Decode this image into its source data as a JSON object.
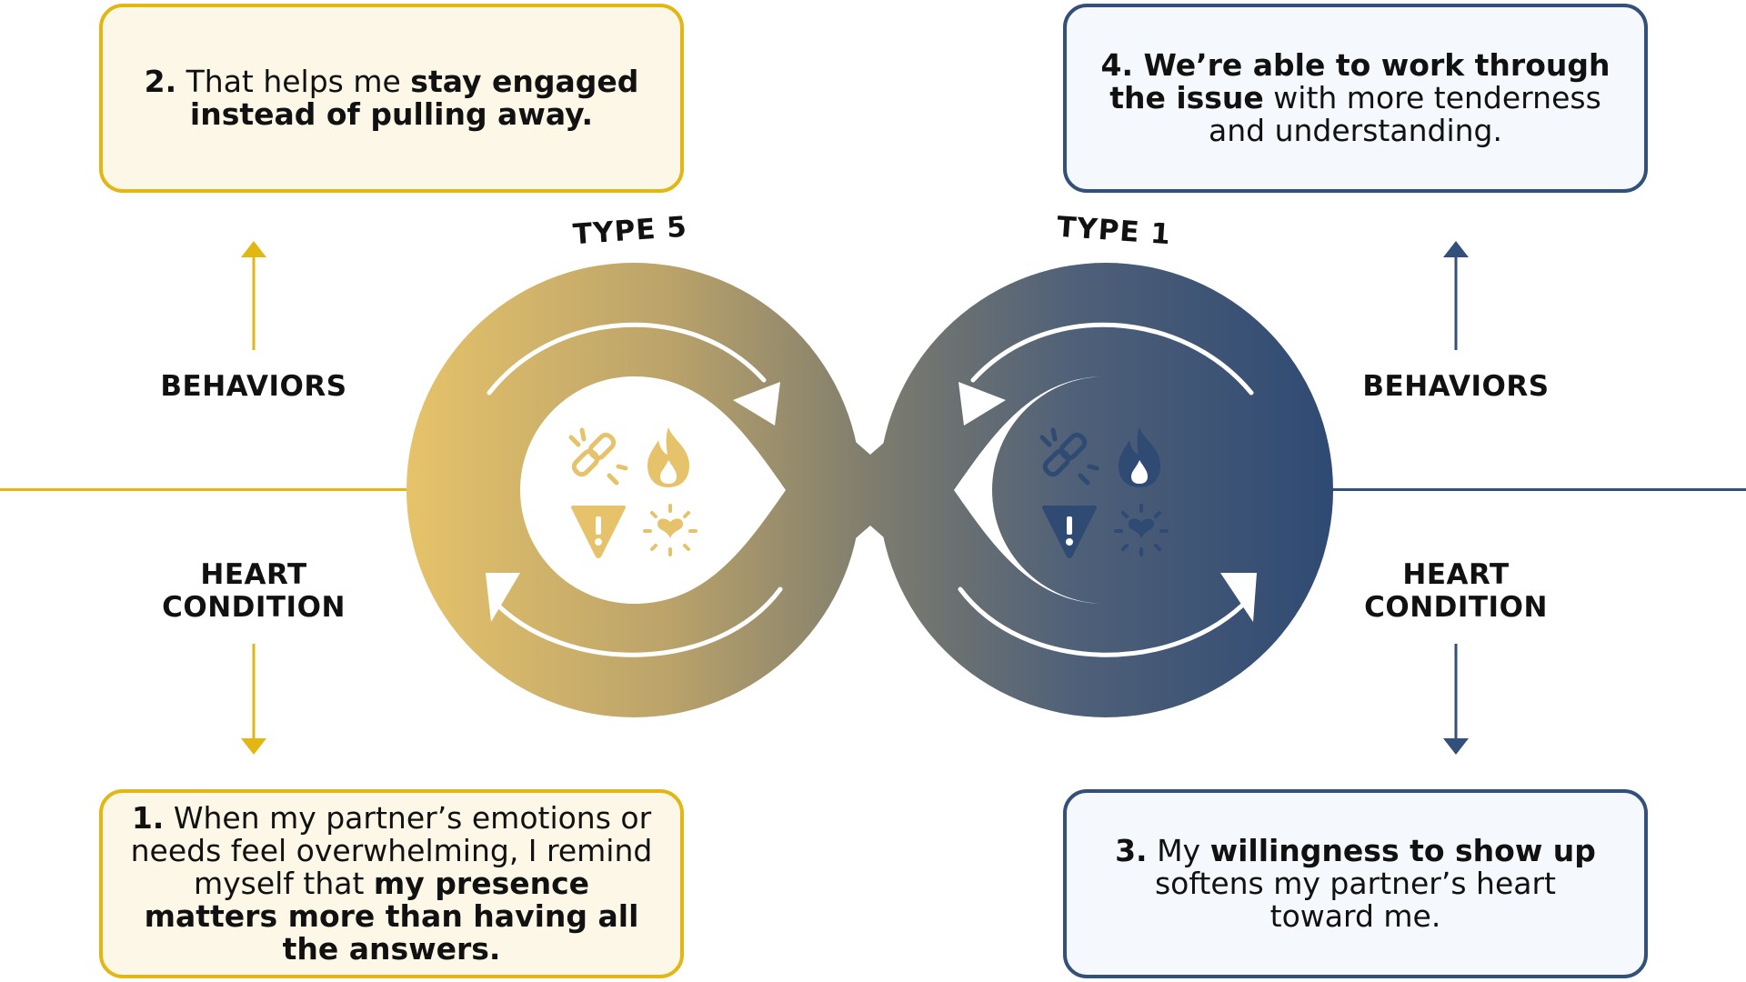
{
  "left_type": "TYPE 5",
  "right_type": "TYPE 1",
  "left": {
    "behaviors_label": "BEHAVIORS",
    "heart_line1": "HEART",
    "heart_line2": "CONDITION",
    "box_top": {
      "num": "2.",
      "t1": " That helps me ",
      "b1": "stay engaged instead of pulling away."
    },
    "box_bottom": {
      "num": "1.",
      "t1": " When my partner’s emotions or needs feel overwhelming, I remind myself that ",
      "b1": "my presence matters more than having all the answers."
    }
  },
  "right": {
    "behaviors_label": "BEHAVIORS",
    "heart_line1": "HEART",
    "heart_line2": "CONDITION",
    "box_top": {
      "b0": "4. We’re able to work through the issue",
      "t1": " with more tenderness and understanding."
    },
    "box_bottom": {
      "num": "3.",
      "t1": " My ",
      "b1": "willingness to show up",
      "t2": " softens my partner’s heart toward me."
    }
  },
  "icons": [
    "broken-link-icon",
    "flame-icon",
    "warning-icon",
    "sparkle-heart-icon"
  ],
  "colors": {
    "gold": "#e2b714",
    "gold_fill": "#e6c36a",
    "navy": "#33507a",
    "navy_fill": "#2f4a73",
    "box_gold_bg": "#fdf7e8",
    "box_navy_bg": "#f5f8fc"
  }
}
